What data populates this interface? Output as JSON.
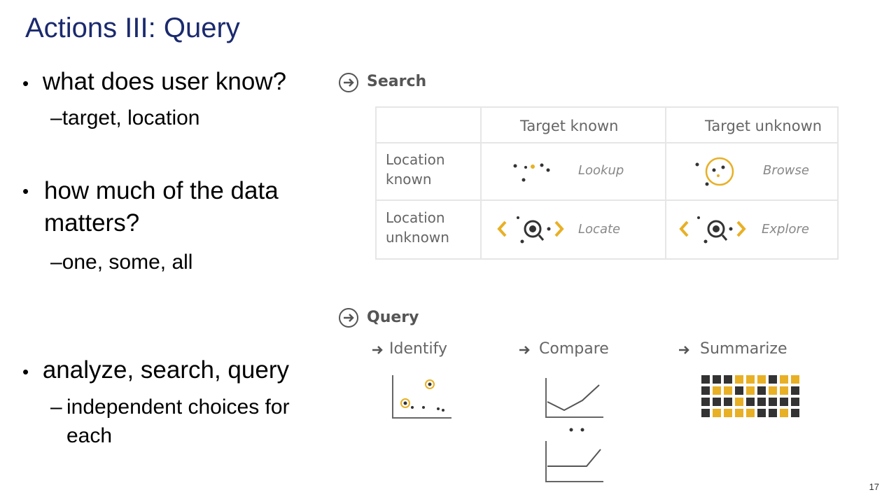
{
  "slide": {
    "title": "Actions III: Query",
    "bullets": [
      {
        "text": "what does user know?",
        "sub": "target, location"
      },
      {
        "text": "how much of the data matters?",
        "sub": "one, some, all"
      },
      {
        "text": "analyze, search, query",
        "sub": "independent choices for each"
      }
    ],
    "page_number": "17"
  },
  "figure": {
    "search": {
      "title": "Search",
      "col_headers": [
        "Target known",
        "Target unknown"
      ],
      "row_headers": [
        "Location known",
        "Location unknown"
      ],
      "cells": [
        "Lookup",
        "Browse",
        "Locate",
        "Explore"
      ]
    },
    "query": {
      "title": "Query",
      "items": [
        "Identify",
        "Compare",
        "Summarize"
      ]
    },
    "colors": {
      "accent": "#e8b025",
      "dark": "#333333",
      "title": "#1b2a6e"
    }
  }
}
